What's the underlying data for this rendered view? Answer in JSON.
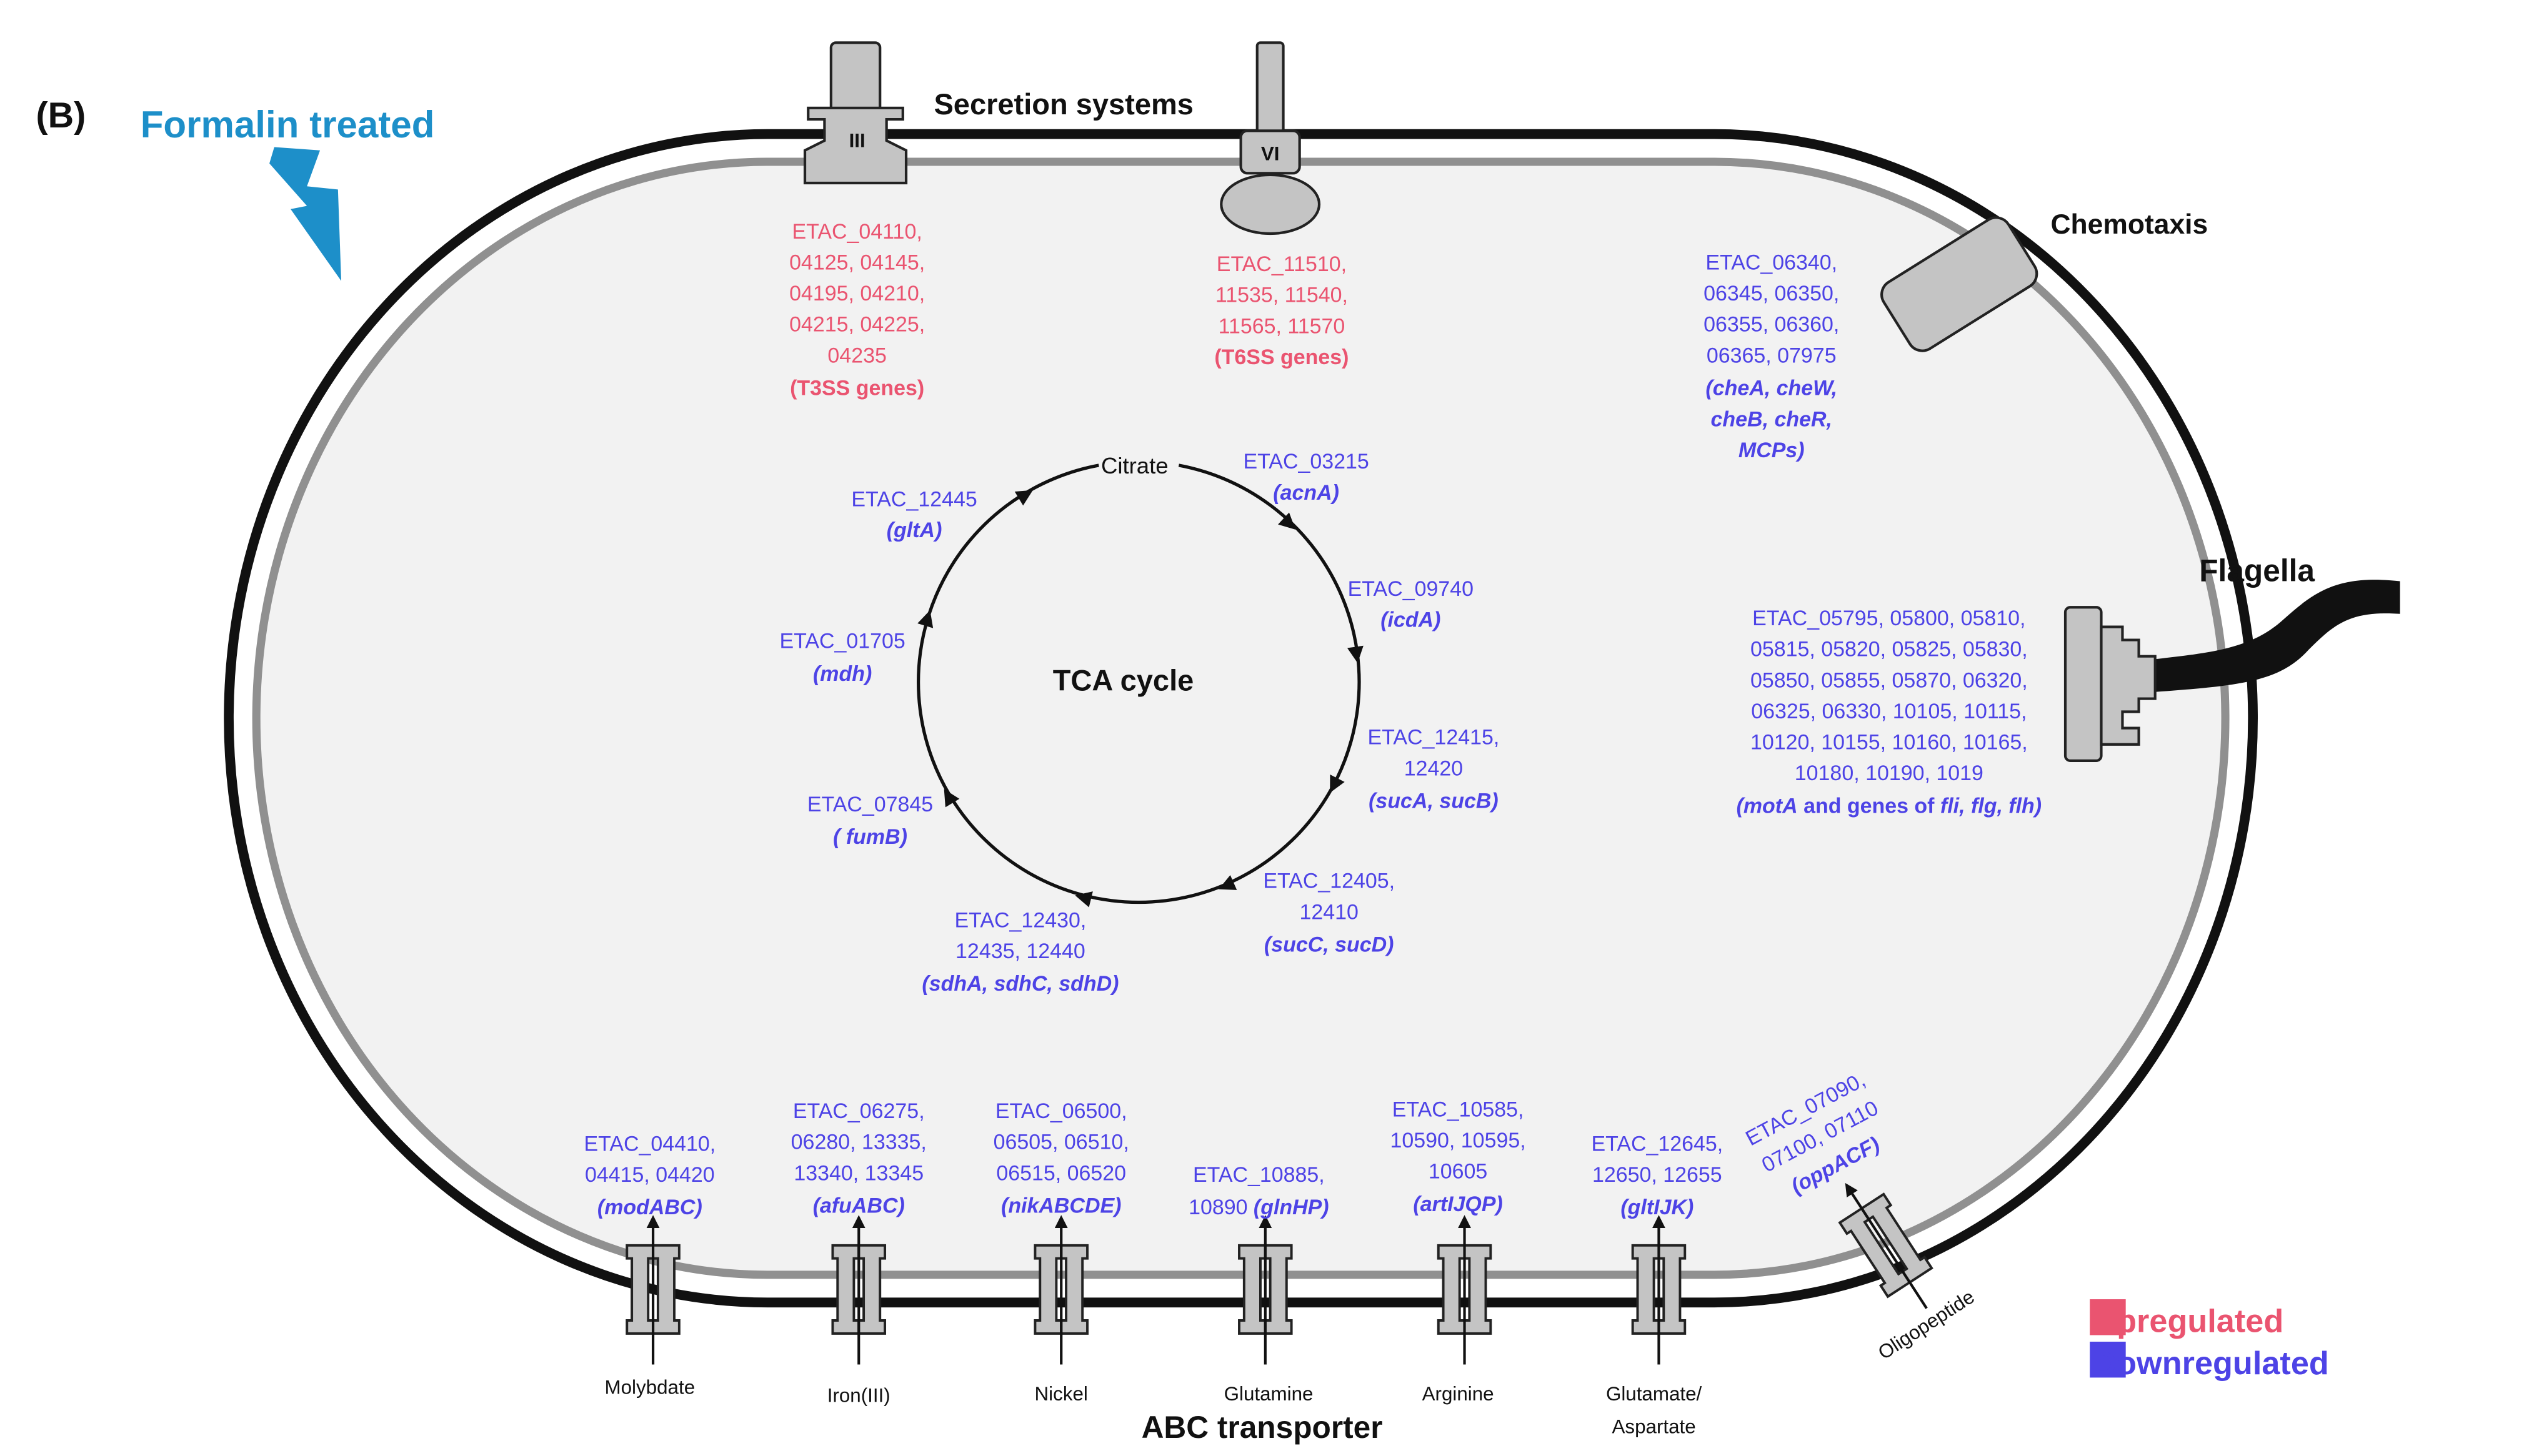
{
  "panel_label": "(B)",
  "treatment": {
    "label": "Formalin treated",
    "color": "#1d8fc9"
  },
  "colors": {
    "up": "#ea5470",
    "down": "#4d43e6",
    "membrane": "#909090",
    "cell_fill": "#f2f2f2",
    "protein": "#c4c4c4"
  },
  "secretion": {
    "title": "Secretion systems",
    "t3ss": {
      "icon_label": "III",
      "lines": [
        "ETAC_04110,",
        "04125, 04145,",
        "04195, 04210,",
        "04215, 04225,",
        "04235"
      ],
      "note": "(T3SS genes)"
    },
    "t6ss": {
      "icon_label": "VI",
      "lines": [
        "ETAC_11510,",
        "11535, 11540,",
        "11565, 11570"
      ],
      "note": "(T6SS genes)"
    }
  },
  "chemotaxis": {
    "title": "Chemotaxis",
    "lines": [
      "ETAC_06340,",
      "06345, 06350,",
      "06355, 06360,",
      "06365, 07975"
    ],
    "genes": [
      "(cheA, cheW,",
      "cheB, cheR,",
      "MCPs)"
    ]
  },
  "flagella": {
    "title": "Flagella",
    "lines": [
      "ETAC_05795, 05800, 05810,",
      "05815, 05820, 05825, 05830,",
      "05850, 05855, 05870, 06320,",
      "06325, 06330, 10105, 10115,",
      "10120, 10155, 10160, 10165,",
      "10180, 10190, 1019"
    ],
    "genes_a": "(motA",
    "genes_b": " and genes of ",
    "genes_c": "fli, flg, flh",
    "genes_d": ")"
  },
  "tca": {
    "title": "TCA cycle",
    "citrate": "Citrate",
    "steps": [
      {
        "lines": [
          "ETAC_03215"
        ],
        "genes": "(acnA)"
      },
      {
        "lines": [
          "ETAC_09740"
        ],
        "genes": "(icdA)"
      },
      {
        "lines": [
          "ETAC_12415,",
          "12420"
        ],
        "genes": "(sucA, sucB)"
      },
      {
        "lines": [
          "ETAC_12405,",
          "12410"
        ],
        "genes": "(sucC, sucD)"
      },
      {
        "lines": [
          "ETAC_12430,",
          "12435, 12440"
        ],
        "genes": "(sdhA, sdhC, sdhD)"
      },
      {
        "lines": [
          "ETAC_07845"
        ],
        "genes": "( fumB)"
      },
      {
        "lines": [
          "ETAC_01705"
        ],
        "genes": "(mdh)"
      },
      {
        "lines": [
          "ETAC_12445"
        ],
        "genes": "(gltA)"
      }
    ]
  },
  "abc": {
    "title": "ABC transporter",
    "transporters": [
      {
        "substrate": [
          "Molybdate"
        ],
        "lines": [
          "ETAC_04410,",
          "04415, 04420"
        ],
        "genes": "(modABC)"
      },
      {
        "substrate": [
          "Iron(III)"
        ],
        "lines": [
          "ETAC_06275,",
          "06280, 13335,",
          "13340, 13345"
        ],
        "genes": "(afuABC)"
      },
      {
        "substrate": [
          "Nickel"
        ],
        "lines": [
          "ETAC_06500,",
          "06505, 06510,",
          "06515, 06520"
        ],
        "genes": "(nikABCDE)"
      },
      {
        "substrate": [
          "Glutamine"
        ],
        "lines": [
          "ETAC_10885,"
        ],
        "tail_plain": "10890 ",
        "tail_ital": "(glnHP)"
      },
      {
        "substrate": [
          "Arginine"
        ],
        "lines": [
          "ETAC_10585,",
          "10590, 10595,",
          "10605"
        ],
        "genes": "(artIJQP)"
      },
      {
        "substrate": [
          "Glutamate/",
          "Aspartate"
        ],
        "lines": [
          "ETAC_12645,",
          "12650, 12655"
        ],
        "genes": "(gltIJK)"
      },
      {
        "substrate": [
          "Oligopeptide"
        ],
        "lines": [
          "ETAC_07090,",
          "07100, 07110"
        ],
        "genes": "(oppACF)"
      }
    ]
  },
  "legend": {
    "up": "Upregulated",
    "down": "Downregulated"
  }
}
